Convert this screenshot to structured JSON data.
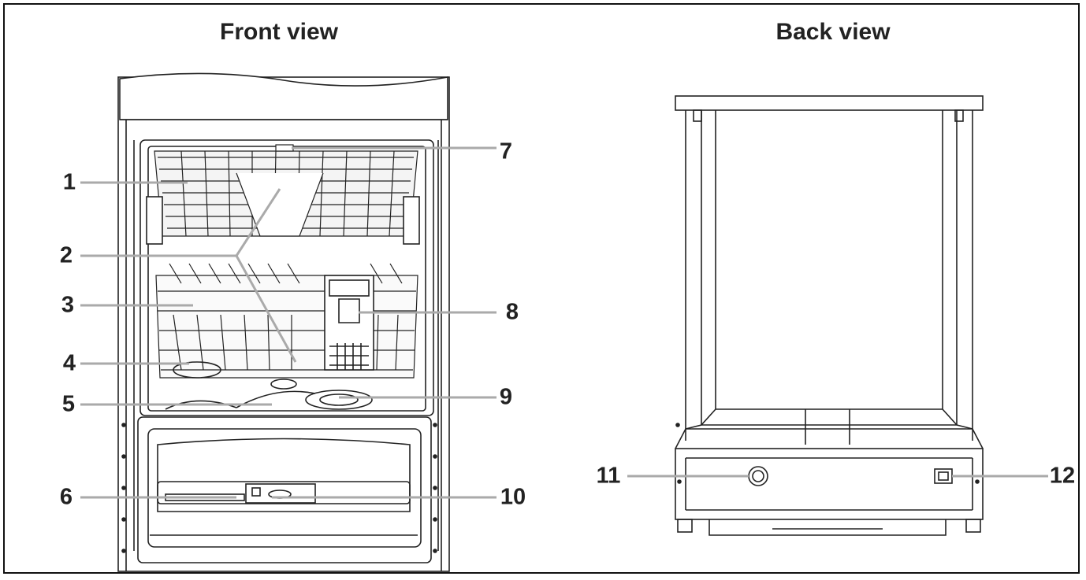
{
  "titles": {
    "front": "Front view",
    "back": "Back view"
  },
  "callouts": [
    "1",
    "2",
    "3",
    "4",
    "5",
    "6",
    "7",
    "8",
    "9",
    "10",
    "11",
    "12"
  ]
}
